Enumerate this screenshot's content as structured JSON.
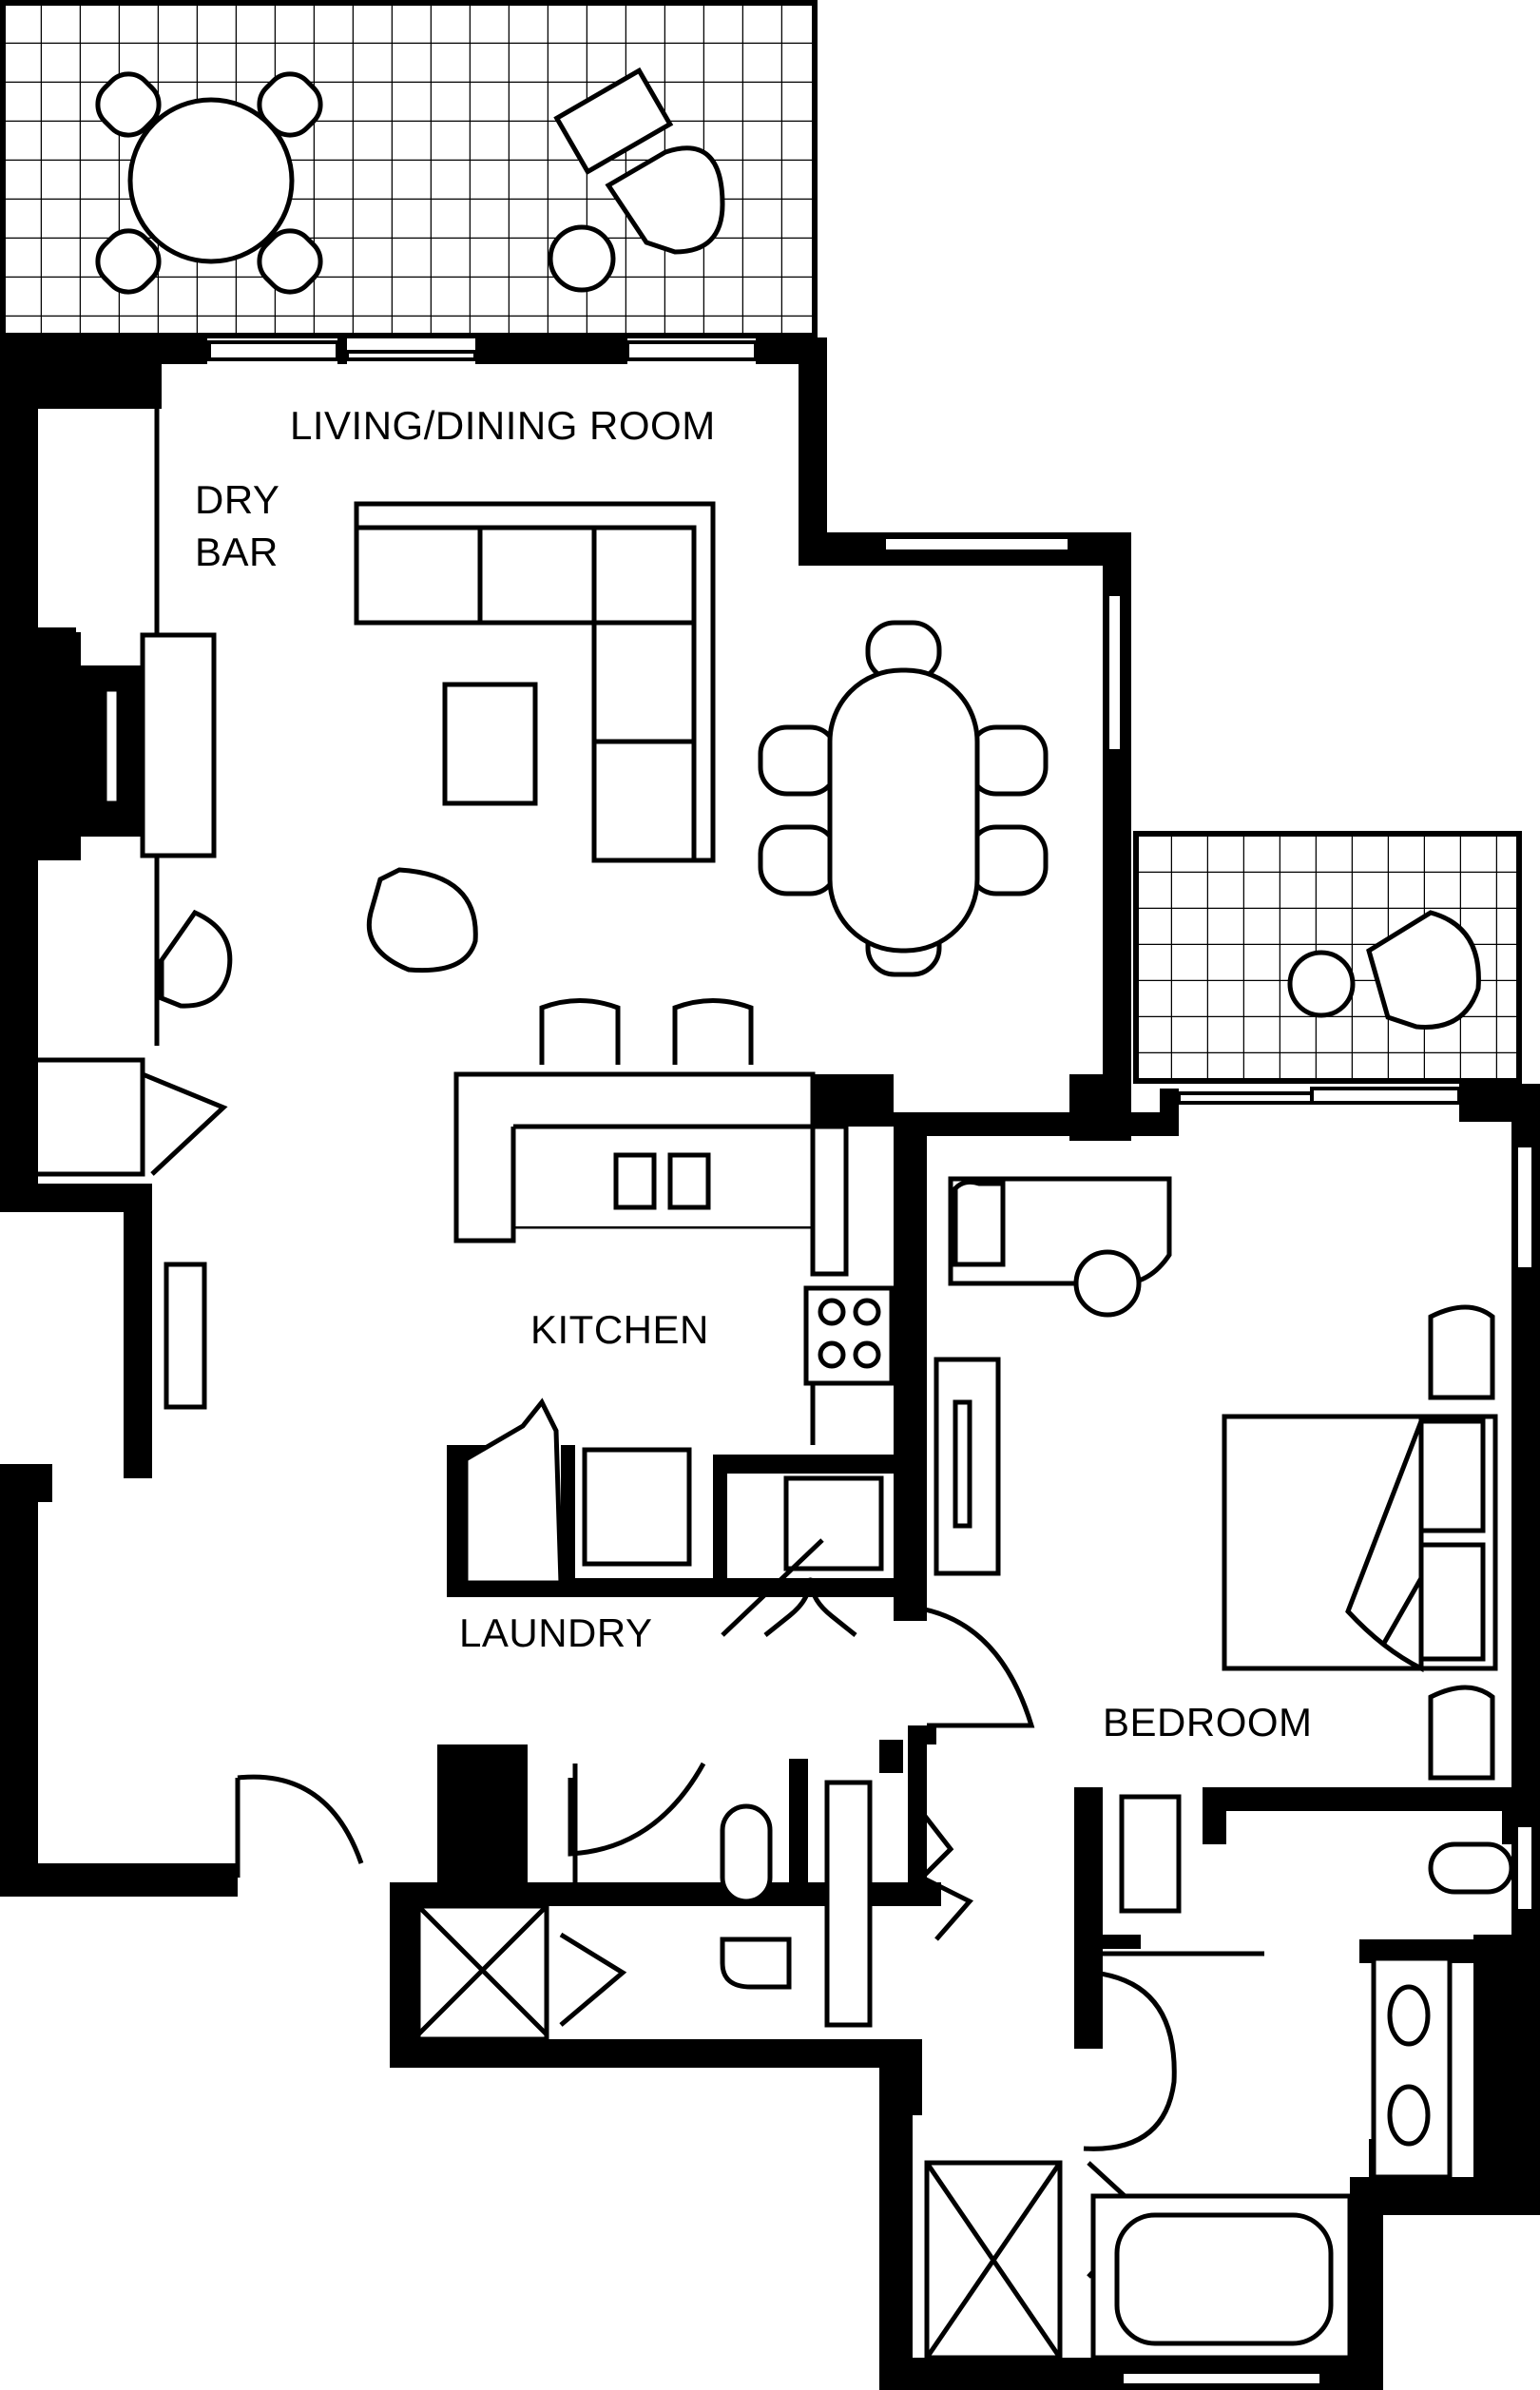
{
  "rooms": {
    "living_dining": "LIVING/DINING ROOM",
    "dry_bar_line1": "DRY",
    "dry_bar_line2": "BAR",
    "kitchen": "KITCHEN",
    "laundry": "LAUNDRY",
    "bedroom": "BEDROOM"
  },
  "colors": {
    "wall": "#000000",
    "background": "#ffffff"
  }
}
